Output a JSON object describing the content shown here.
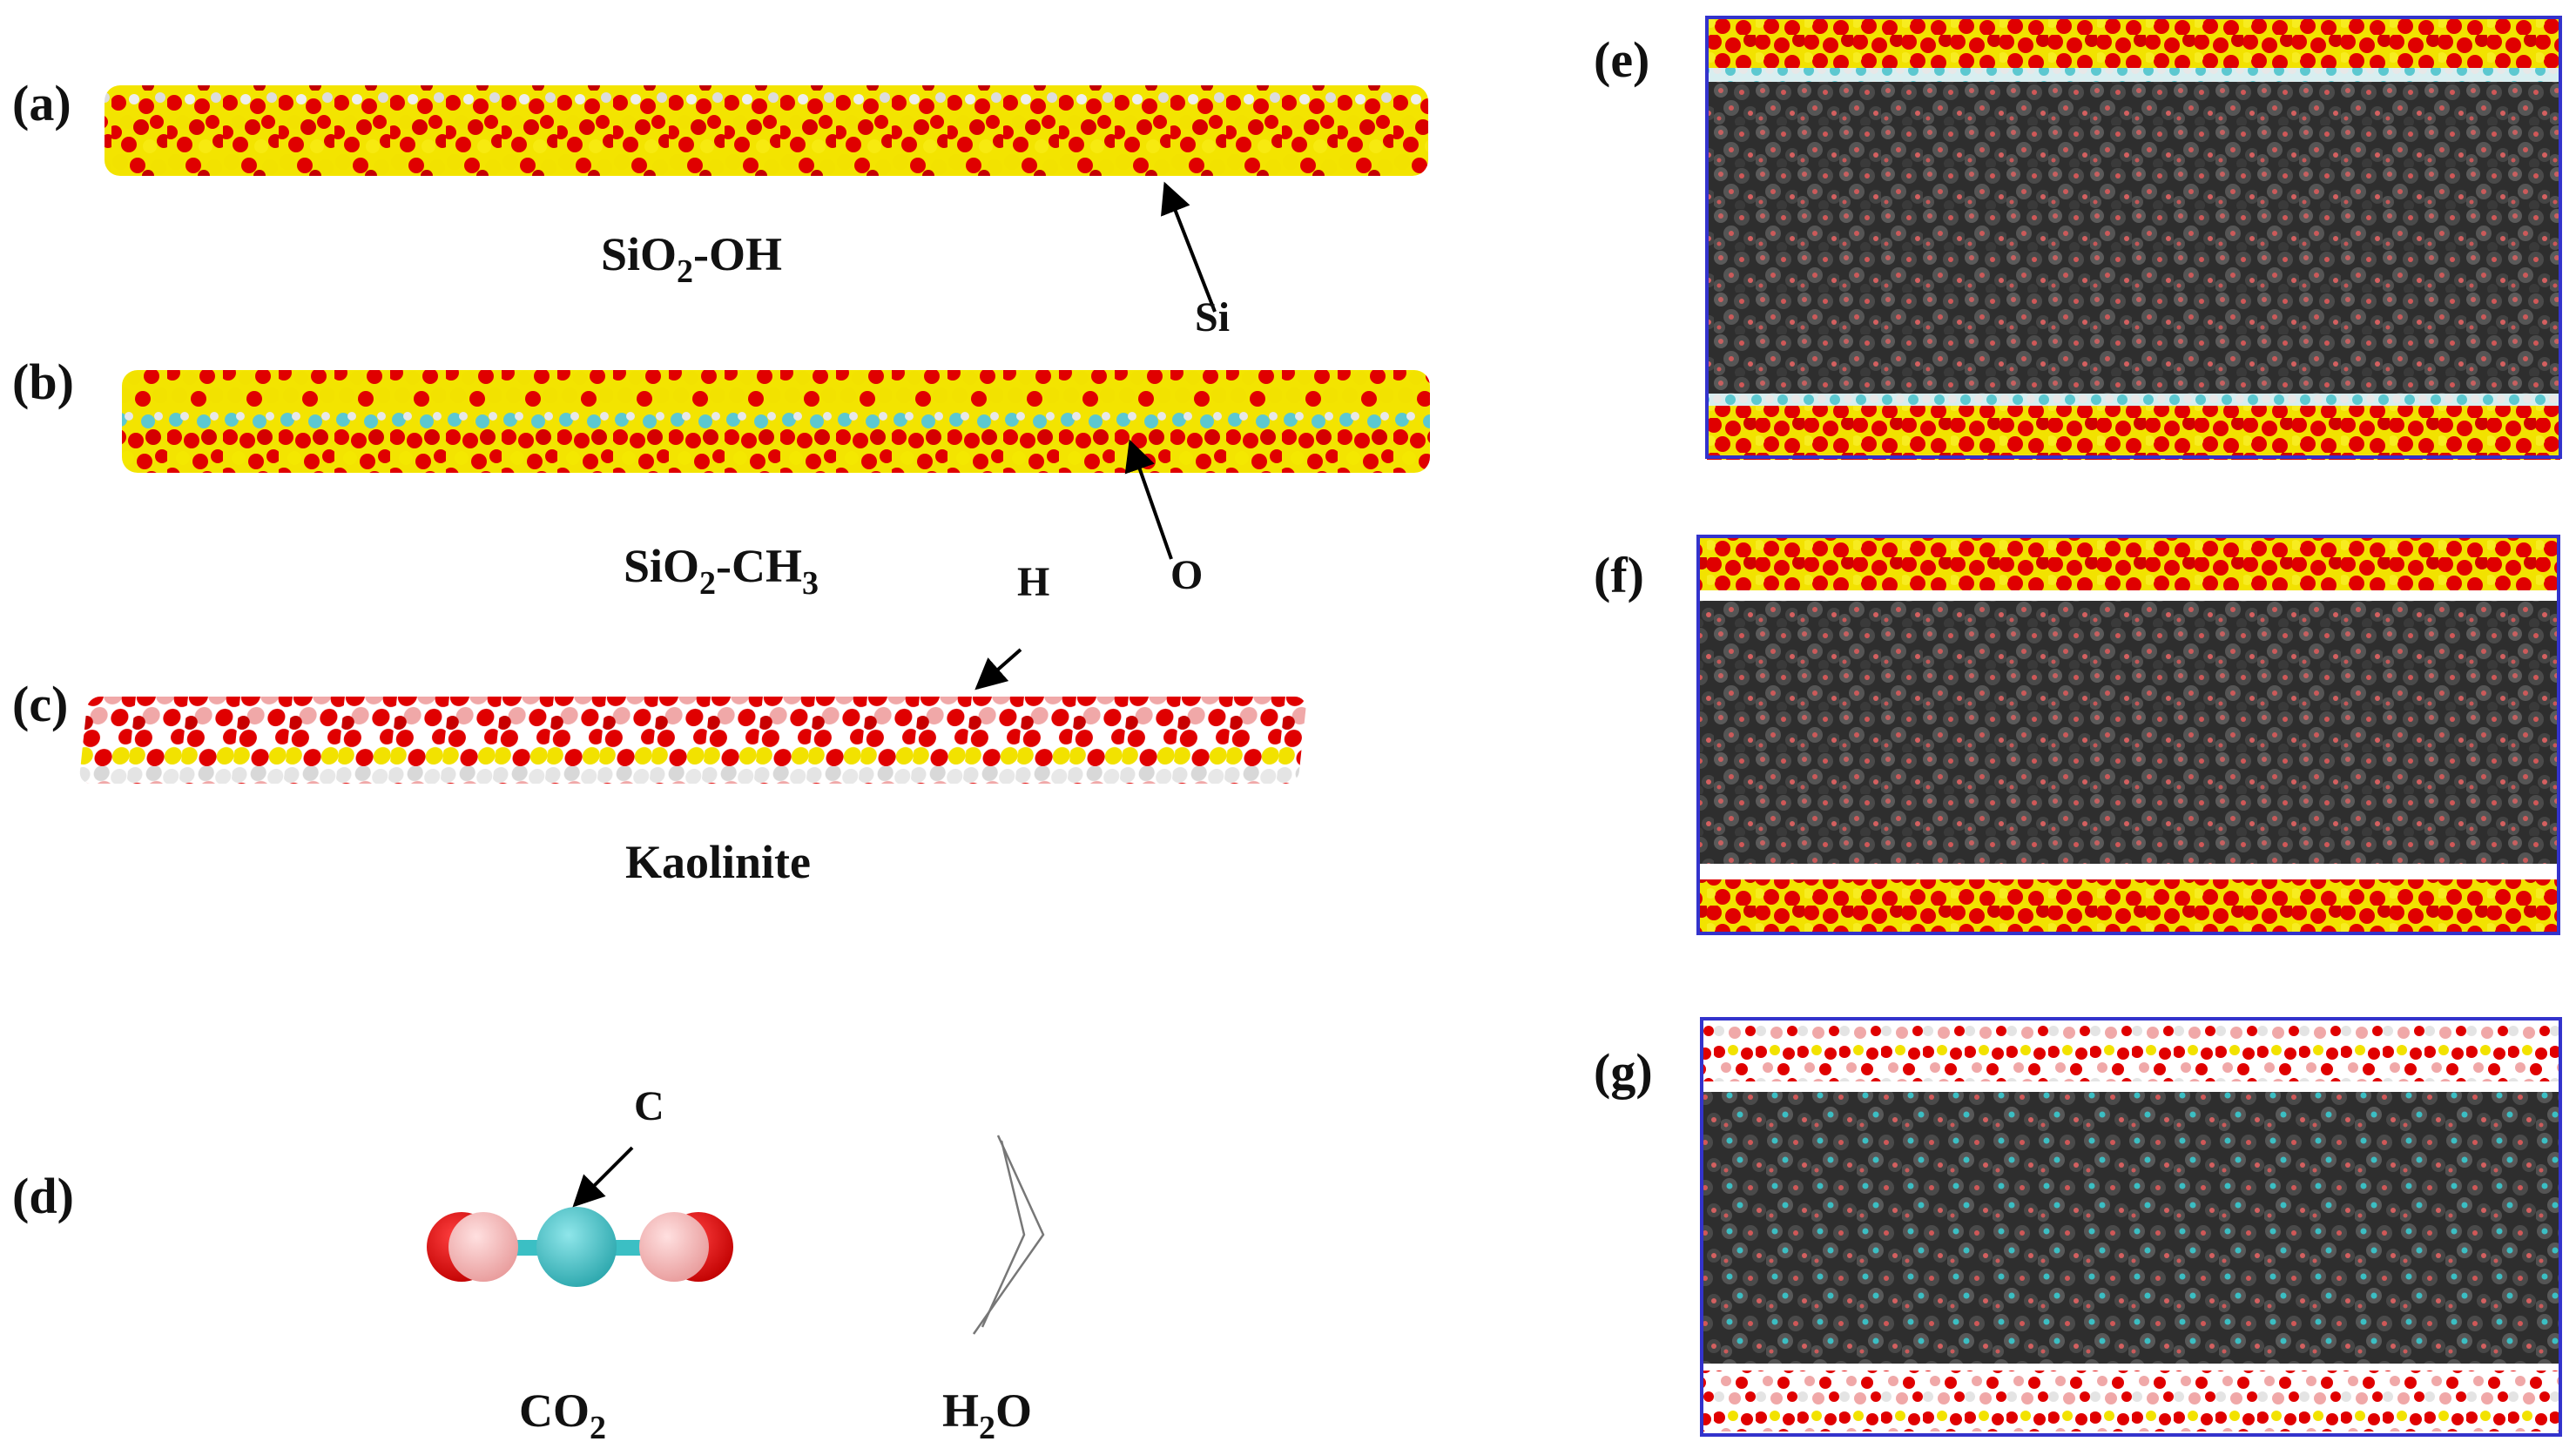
{
  "panels": {
    "a": "(a)",
    "b": "(b)",
    "c": "(c)",
    "d": "(d)",
    "e": "(e)",
    "f": "(f)",
    "g": "(g)"
  },
  "labels": {
    "sio2_oh": {
      "base": "SiO",
      "sub": "2",
      "rest": "-OH"
    },
    "sio2_ch3": {
      "base": "SiO",
      "sub": "2",
      "rest": "-CH",
      "sub2": "3"
    },
    "kaolinite": "Kaolinite",
    "co2": {
      "base": "CO",
      "sub": "2"
    },
    "h2o": {
      "base": "H",
      "sub": "2",
      "rest": "O"
    }
  },
  "atoms": {
    "si": "Si",
    "o": "O",
    "h": "H",
    "c": "C"
  },
  "colors": {
    "oxygen": "#e00000",
    "silicon": "#f2e600",
    "hydrogen": "#e8e8e8",
    "carbon_ch3": "#5cc8d0",
    "al_pink": "#f0a8a8",
    "co2_carbon": "#3bbfc4",
    "co2_oxygen_light": "#f4b8b8",
    "fluid_dark": "#3a3a3a",
    "box_border": "#3333cc"
  }
}
